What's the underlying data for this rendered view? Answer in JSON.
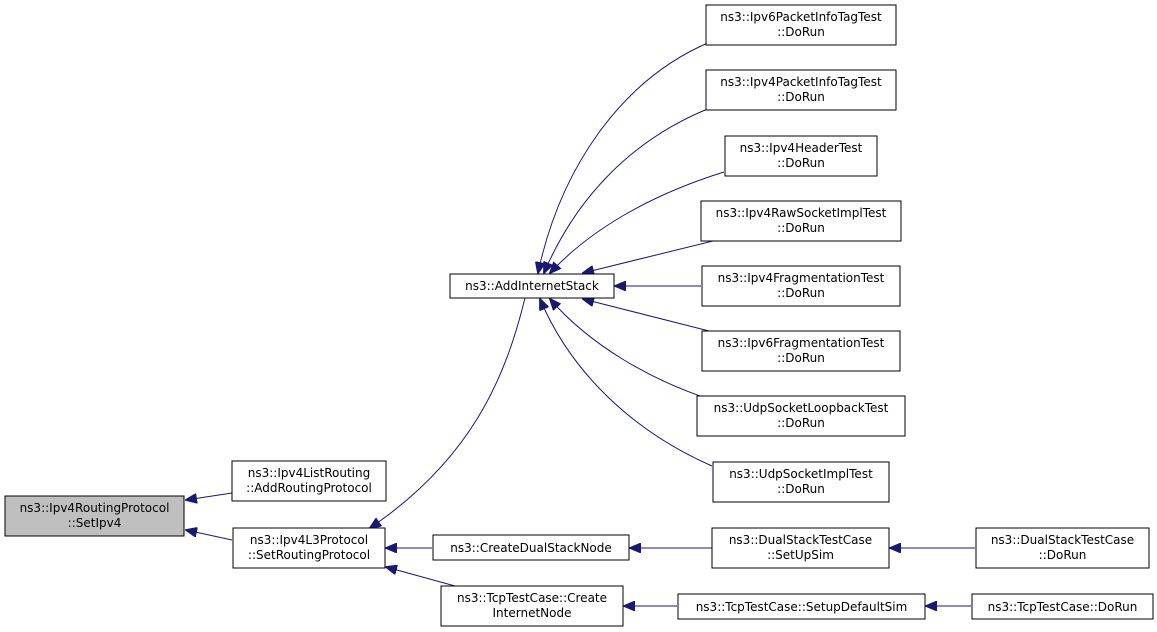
{
  "graph": {
    "nodes": [
      {
        "id": "setipv4",
        "lines": [
          "ns3::Ipv4RoutingProtocol",
          "::SetIpv4"
        ],
        "highlighted": true
      },
      {
        "id": "ipv4listrouting",
        "lines": [
          "ns3::Ipv4ListRouting",
          "::AddRoutingProtocol"
        ]
      },
      {
        "id": "ipv4l3protocol",
        "lines": [
          "ns3::Ipv4L3Protocol",
          "::SetRoutingProtocol"
        ]
      },
      {
        "id": "addinternetstack",
        "lines": [
          "ns3::AddInternetStack"
        ]
      },
      {
        "id": "ipv6packetinfotagtest",
        "lines": [
          "ns3::Ipv6PacketInfoTagTest",
          "::DoRun"
        ]
      },
      {
        "id": "ipv4packetinfotagtest",
        "lines": [
          "ns3::Ipv4PacketInfoTagTest",
          "::DoRun"
        ]
      },
      {
        "id": "ipv4headertest",
        "lines": [
          "ns3::Ipv4HeaderTest",
          "::DoRun"
        ]
      },
      {
        "id": "ipv4rawsocketimpltest",
        "lines": [
          "ns3::Ipv4RawSocketImplTest",
          "::DoRun"
        ]
      },
      {
        "id": "ipv4fragmentationtest",
        "lines": [
          "ns3::Ipv4FragmentationTest",
          "::DoRun"
        ]
      },
      {
        "id": "ipv6fragmentationtest",
        "lines": [
          "ns3::Ipv6FragmentationTest",
          "::DoRun"
        ]
      },
      {
        "id": "udpsocketloopbacktest",
        "lines": [
          "ns3::UdpSocketLoopbackTest",
          "::DoRun"
        ]
      },
      {
        "id": "udpsocketimpltest",
        "lines": [
          "ns3::UdpSocketImplTest",
          "::DoRun"
        ]
      },
      {
        "id": "createdualstacknode",
        "lines": [
          "ns3::CreateDualStackNode"
        ]
      },
      {
        "id": "dualstacksetupsim",
        "lines": [
          "ns3::DualStackTestCase",
          "::SetUpSim"
        ]
      },
      {
        "id": "dualstackdorun",
        "lines": [
          "ns3::DualStackTestCase",
          "::DoRun"
        ]
      },
      {
        "id": "tcpcreateinternetnode",
        "lines": [
          "ns3::TcpTestCase::Create",
          "InternetNode"
        ]
      },
      {
        "id": "tcpsetupdefaultsim",
        "lines": [
          "ns3::TcpTestCase::SetupDefaultSim"
        ]
      },
      {
        "id": "tcpdorun",
        "lines": [
          "ns3::TcpTestCase::DoRun"
        ]
      }
    ]
  }
}
